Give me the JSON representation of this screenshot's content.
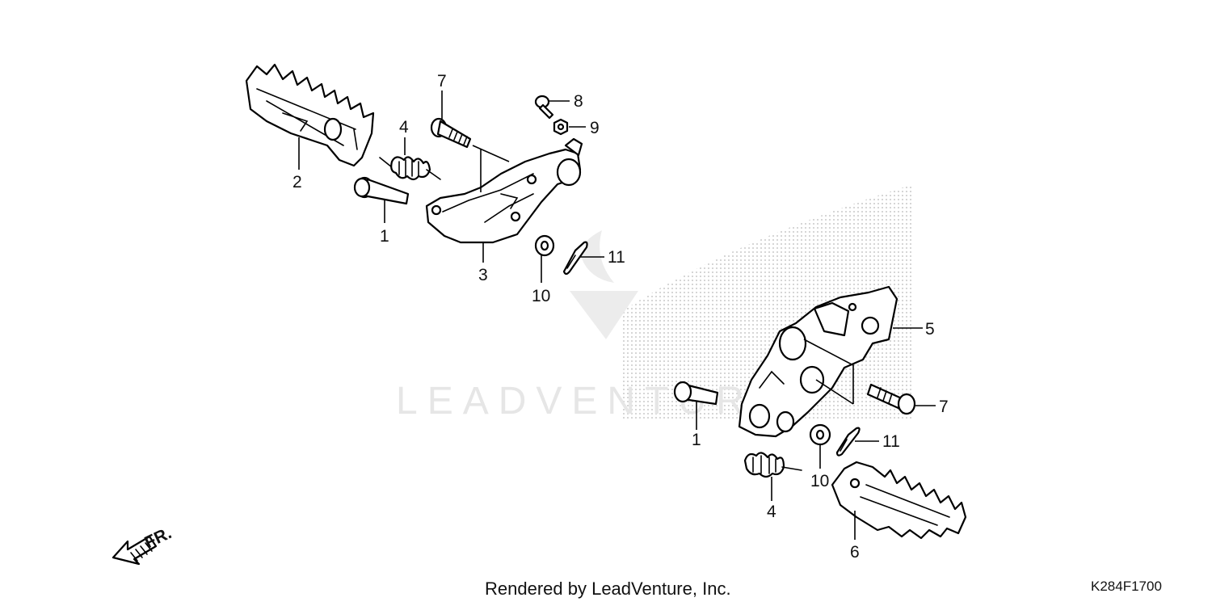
{
  "diagram": {
    "callouts": {
      "left_pin": "1",
      "left_footpeg": "2",
      "left_bracket": "3",
      "left_spring": "4",
      "left_bolt": "7",
      "small_bolt": "8",
      "nut": "9",
      "left_washer": "10",
      "left_cotter_pin": "11",
      "right_bracket": "5",
      "right_bolt": "7",
      "right_pin": "1",
      "right_washer": "10",
      "right_cotter_pin": "11",
      "right_spring": "4",
      "right_footpeg": "6"
    },
    "direction_label": "FR.",
    "watermark": "LEADVENTURE"
  },
  "footer": {
    "credit": "Rendered by LeadVenture, Inc.",
    "drawing_code": "K284F1700"
  }
}
